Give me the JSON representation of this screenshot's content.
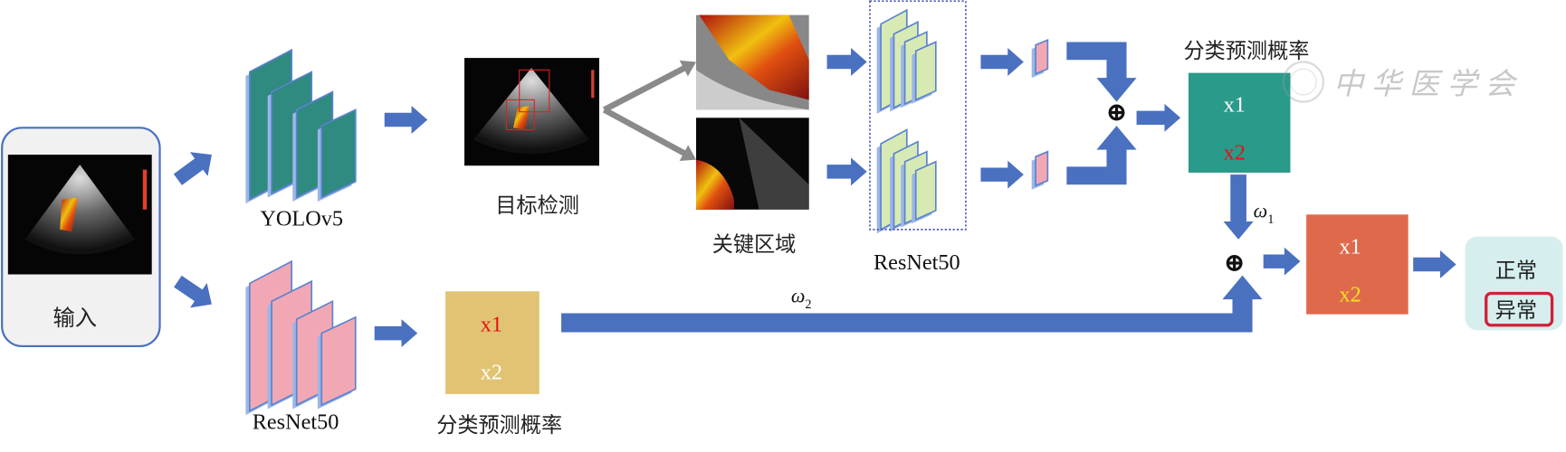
{
  "input": {
    "label": "输入"
  },
  "yolo": {
    "label": "YOLOv5"
  },
  "detection": {
    "label": "目标检测"
  },
  "key_region": {
    "label": "关键区域"
  },
  "resnet_top": {
    "label": "ResNet50"
  },
  "resnet_bottom": {
    "label": "ResNet50"
  },
  "prob_top": {
    "title": "分类预测概率",
    "x1": "x1",
    "x2": "x2",
    "color": "#2a9a8a"
  },
  "prob_bottom": {
    "title": "分类预测概率",
    "x1": "x1",
    "x2": "x2",
    "color": "#e2c373"
  },
  "fused": {
    "x1": "x1",
    "x2": "x2",
    "color": "#df6a4b"
  },
  "weights": {
    "w1": "ω",
    "w1_sub": "1",
    "w2": "ω",
    "w2_sub": "2"
  },
  "fusion_symbol": "⊕",
  "output": {
    "normal": "正常",
    "abnormal": "异常"
  },
  "watermark": {
    "text": "中华医学会"
  },
  "colors": {
    "arrow": "#4a70c0",
    "yolo": "#2f8a80",
    "resnet_pink": "#f2a8b4",
    "resnet_green": "#d8eab4",
    "highlight": "#d0203a"
  }
}
